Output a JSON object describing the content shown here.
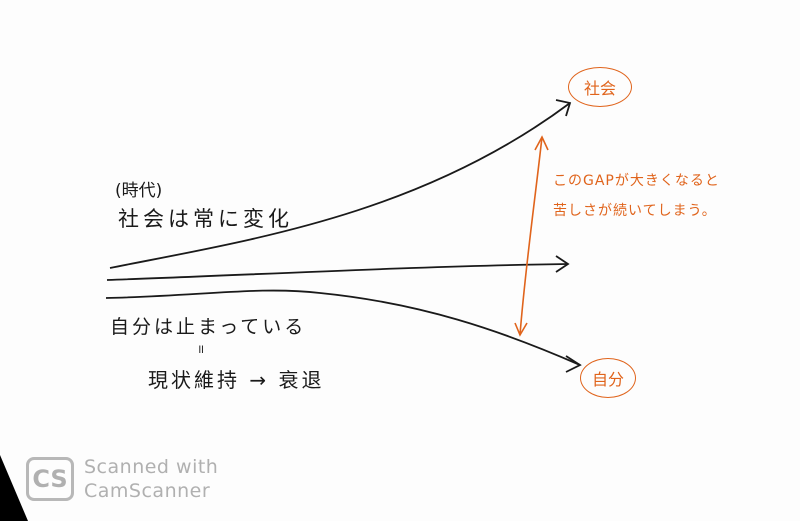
{
  "diagram": {
    "left_text": {
      "era_label": "(時代)",
      "society_changes": "社会は常に変化",
      "self_stopped": "自分は止まっている",
      "equals_mark": "॥",
      "status_quo": "現状維持 → 衰退"
    },
    "end_labels": {
      "society": "社会",
      "self": "自分"
    },
    "gap_note": {
      "line1": "このGAPが大きくなると",
      "line2": "苦しさが続いてしまう。"
    },
    "colors": {
      "ink": "#1a1a1a",
      "accent": "#e0641c",
      "paper": "#fdfdfd"
    }
  },
  "watermark": {
    "logo": "CS",
    "line1": "Scanned with",
    "line2": "CamScanner"
  }
}
